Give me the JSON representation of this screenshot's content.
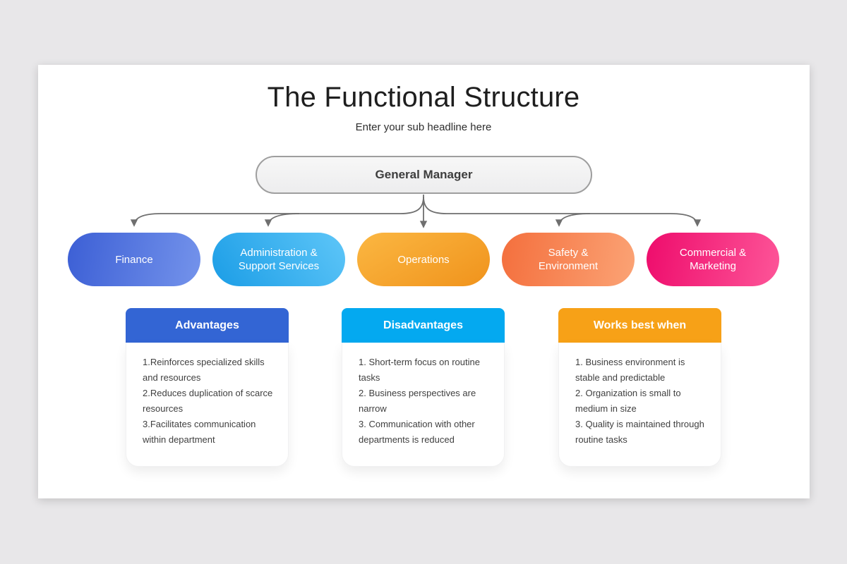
{
  "slide": {
    "title": "The Functional Structure",
    "subtitle": "Enter your sub headline here"
  },
  "org": {
    "root_label": "General Manager",
    "departments": [
      {
        "label": "Finance",
        "color_from": "#3c5fd5",
        "color_to": "#7493eb"
      },
      {
        "label": "Administration & Support Services",
        "color_from": "#1b9de6",
        "color_to": "#5ec6f8"
      },
      {
        "label": "Operations",
        "color_from": "#fbb742",
        "color_to": "#f0931c"
      },
      {
        "label": "Safety & Environment",
        "color_from": "#f46f3d",
        "color_to": "#fba375"
      },
      {
        "label": "Commercial & Marketing",
        "color_from": "#ee0c6c",
        "color_to": "#fd5598"
      }
    ]
  },
  "cards": [
    {
      "title": "Advantages",
      "color": "#3365d4",
      "items": [
        "1.Reinforces specialized skills and resources",
        "2.Reduces duplication of scarce resources",
        "3.Facilitates communication within department"
      ]
    },
    {
      "title": "Disadvantages",
      "color": "#04a9f0",
      "items": [
        "1. Short-term focus on routine tasks",
        "2. Business perspectives are narrow",
        "3. Communication with other departments is reduced"
      ]
    },
    {
      "title": "Works best when",
      "color": "#f7a117",
      "items": [
        "1. Business environment is stable and predictable",
        "2. Organization is small to medium in size",
        "3. Quality is maintained through routine tasks"
      ]
    }
  ],
  "colors": {
    "page_background": "#e8e7e9",
    "panel_background": "#ffffff",
    "connector_stroke": "#6f6f6f",
    "root_fill": "#f2f2f2",
    "root_border": "#9e9e9e"
  }
}
